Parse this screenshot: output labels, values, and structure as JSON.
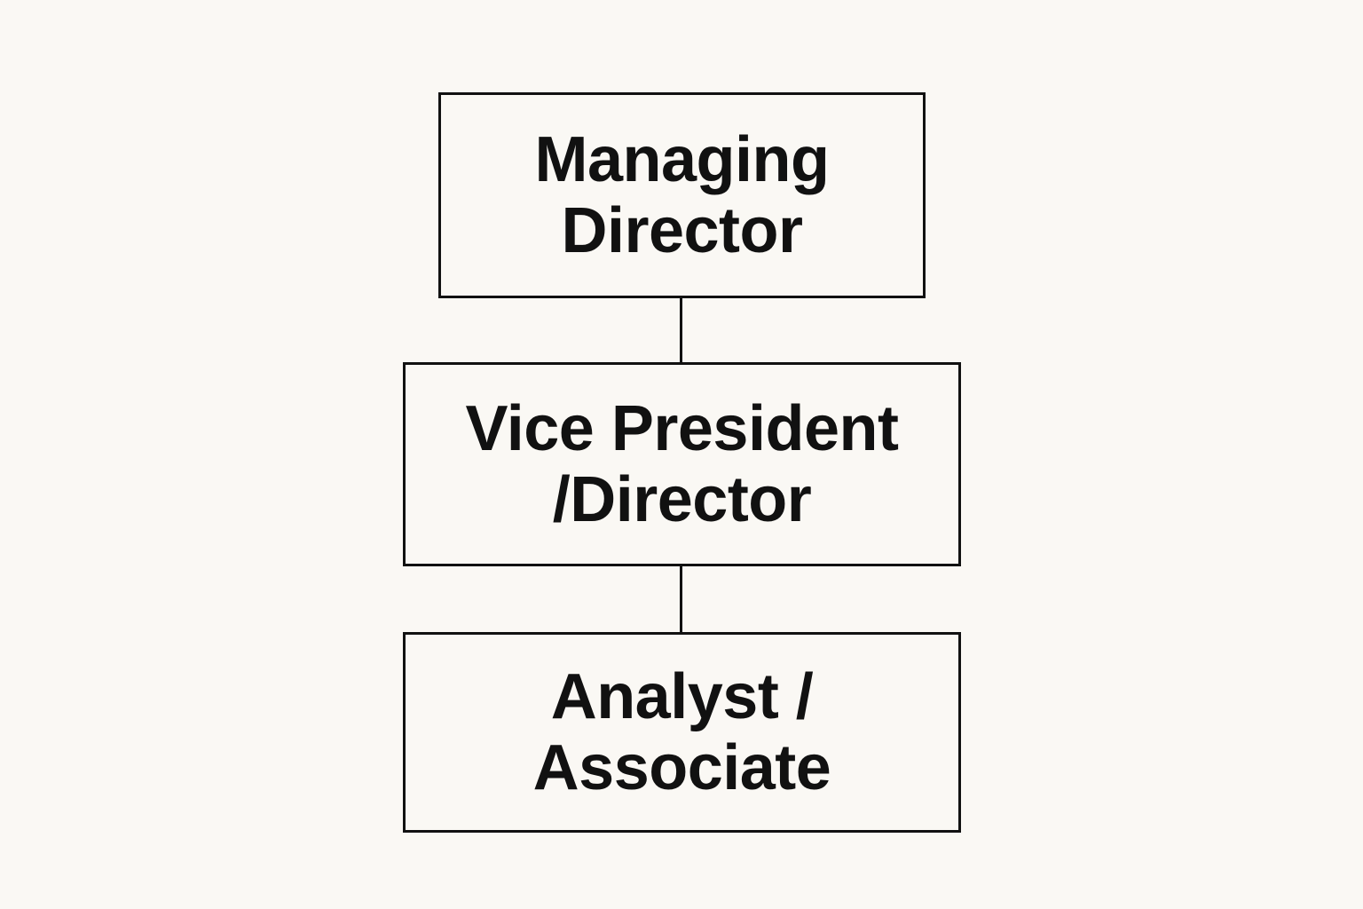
{
  "diagram": {
    "nodes": [
      {
        "id": "managing-director",
        "lines": [
          "Managing",
          "Director"
        ]
      },
      {
        "id": "vice-president-director",
        "lines": [
          "Vice President",
          "/Director"
        ]
      },
      {
        "id": "analyst-associate",
        "lines": [
          "Analyst /",
          "Associate"
        ]
      }
    ],
    "edges": [
      {
        "from": "managing-director",
        "to": "vice-president-director"
      },
      {
        "from": "vice-president-director",
        "to": "analyst-associate"
      }
    ]
  },
  "colors": {
    "background": "#faf8f4",
    "stroke": "#111111",
    "text": "#111111"
  }
}
